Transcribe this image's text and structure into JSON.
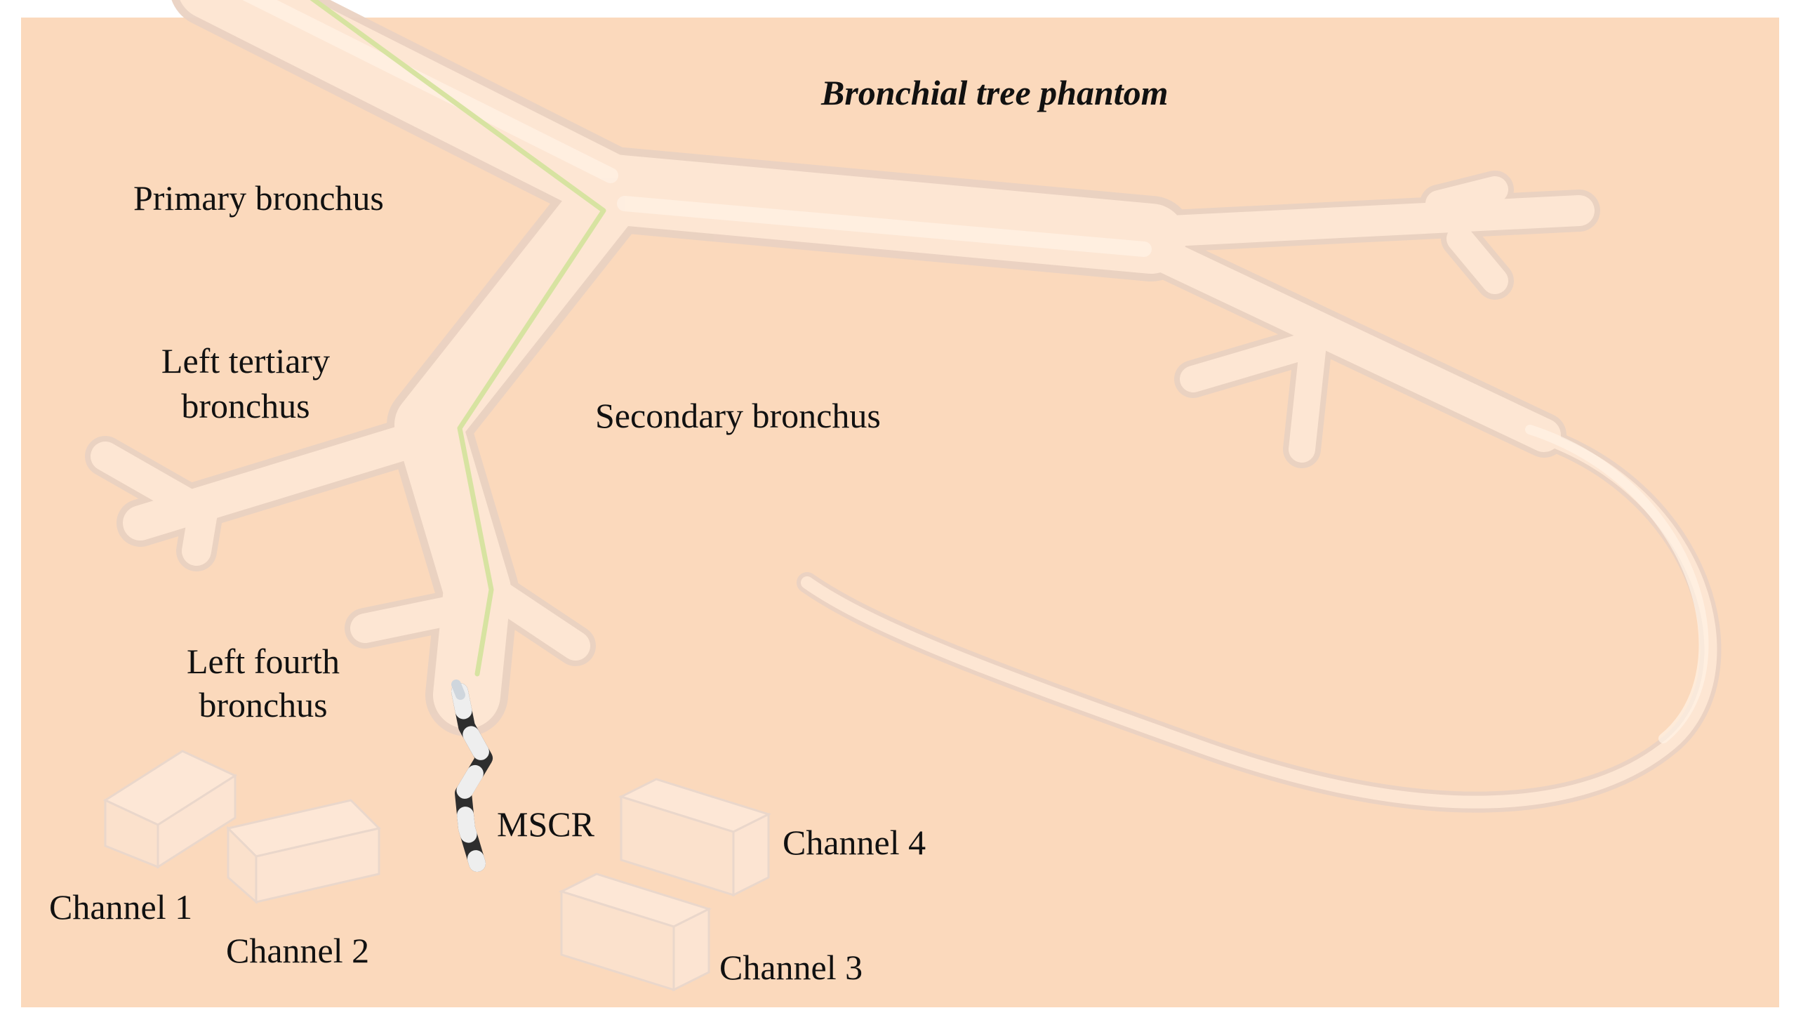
{
  "title": "Bronchial tree phantom",
  "labels": {
    "primary": "Primary bronchus",
    "left_tertiary_1": "Left tertiary",
    "left_tertiary_2": "bronchus",
    "secondary": "Secondary bronchus",
    "left_fourth_1": "Left fourth",
    "left_fourth_2": "bronchus",
    "mscr": "MSCR",
    "channel1": "Channel 1",
    "channel2": "Channel 2",
    "channel3": "Channel 3",
    "channel4": "Channel 4"
  },
  "colors": {
    "background": "#fbd9bc",
    "tube_fill": "#fde6d3",
    "tube_edge": "#e9d3c6",
    "guide_path": "#d7e3a1",
    "robot_dark": "#3a3a3a",
    "robot_light": "#eeeeee"
  }
}
